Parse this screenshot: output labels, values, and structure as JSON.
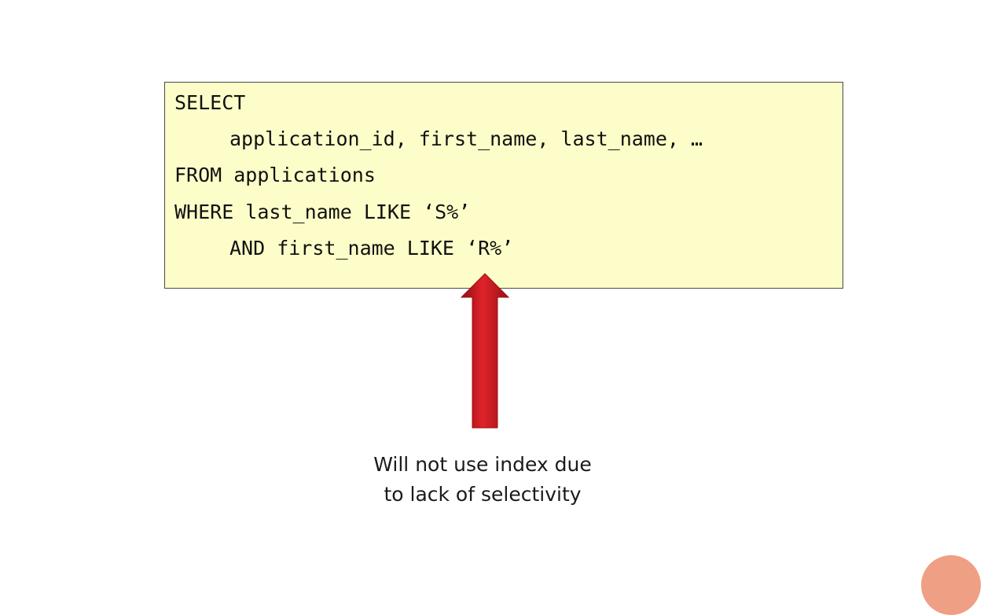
{
  "code": {
    "lines": [
      {
        "text": "SELECT"
      },
      {
        "text": "application_id, first_name, last_name, …"
      },
      {
        "text": "FROM applications"
      },
      {
        "text": "WHERE last_name LIKE ‘S%’"
      },
      {
        "text": "AND first_name LIKE ‘R%’"
      }
    ]
  },
  "caption": {
    "line1": "Will not use index due",
    "line2": "to lack of selectivity"
  },
  "colors": {
    "code_background": "#fdfdc9",
    "arrow": "#c8141c",
    "corner_accent": "#ef9f84"
  },
  "icons": {
    "arrow": "up-arrow-icon",
    "corner": "navigation-circle-icon"
  }
}
